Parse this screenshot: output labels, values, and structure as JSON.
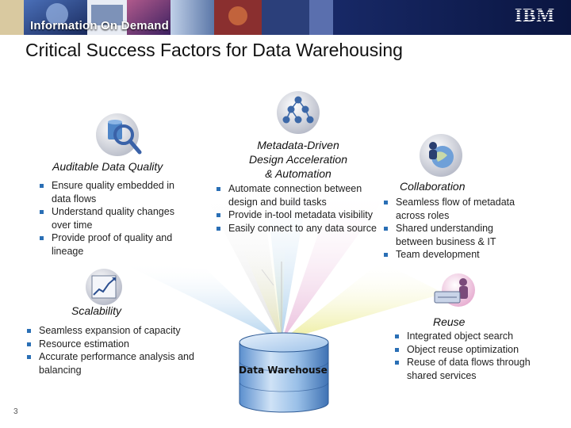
{
  "header": {
    "banner_title": "Information On Demand",
    "brand": "IBM"
  },
  "page_title": "Critical Success Factors for Data Warehousing",
  "sections": {
    "auditable": {
      "title": "Auditable Data Quality",
      "items": [
        "Ensure quality embedded in data flows",
        "Understand quality changes over time",
        "Provide proof of quality and lineage"
      ]
    },
    "metadata": {
      "title_line1": "Metadata-Driven",
      "title_line2": "Design Acceleration",
      "title_line3": "& Automation",
      "items": [
        "Automate connection between design and build tasks",
        "Provide in-tool metadata visibility",
        "Easily connect to any data source"
      ]
    },
    "collaboration": {
      "title": "Collaboration",
      "items": [
        "Seamless flow of metadata across roles",
        "Shared understanding between business & IT",
        "Team development"
      ]
    },
    "scalability": {
      "title": "Scalability",
      "items": [
        "Seamless expansion of capacity",
        "Resource estimation",
        "Accurate performance analysis and balancing"
      ]
    },
    "reuse": {
      "title": "Reuse",
      "items": [
        "Integrated object search",
        "Object reuse optimization",
        "Reuse of data flows through shared services"
      ]
    }
  },
  "center": {
    "label": "Data Warehouse"
  },
  "footer": {
    "page_number": "3"
  },
  "colors": {
    "banner": "#1c2f73",
    "bullet": "#2a6fb5",
    "ray_blue": "#9dc7ea",
    "ray_pink": "#e7b2d6",
    "ray_yellow": "#ecec8e",
    "ray_grey": "#d7d7d7"
  }
}
